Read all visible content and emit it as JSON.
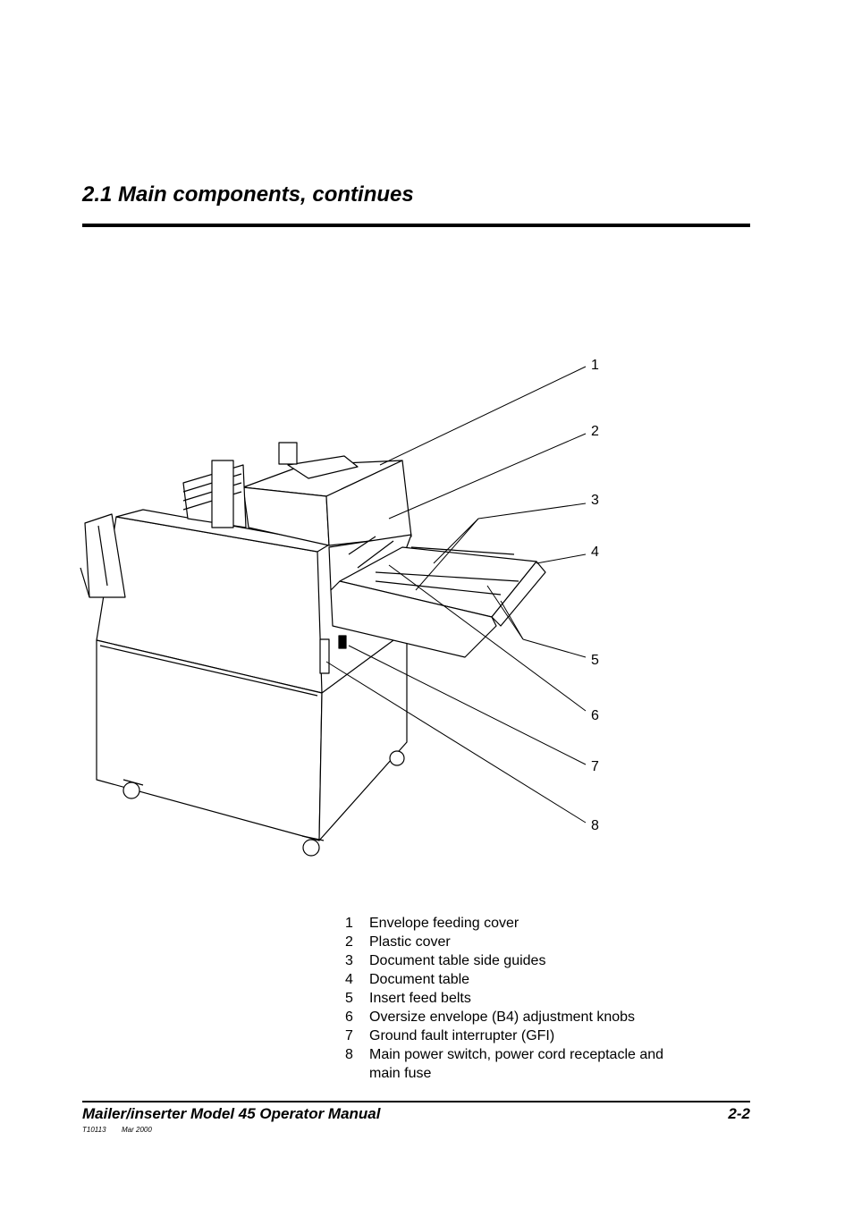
{
  "header": {
    "section_title": "2.1 Main components, continues"
  },
  "figure": {
    "callout_numbers": [
      "1",
      "2",
      "3",
      "4",
      "5",
      "6",
      "7",
      "8"
    ]
  },
  "legend": {
    "items": [
      {
        "num": "1",
        "text": "Envelope feeding cover"
      },
      {
        "num": "2",
        "text": "Plastic cover"
      },
      {
        "num": "3",
        "text": "Document table side guides"
      },
      {
        "num": "4",
        "text": "Document table"
      },
      {
        "num": "5",
        "text": "Insert feed belts"
      },
      {
        "num": "6",
        "text": "Oversize envelope (B4) adjustment knobs"
      },
      {
        "num": "7",
        "text": "Ground fault interrupter (GFI)"
      },
      {
        "num": "8",
        "text": "Main power switch, power cord receptacle and main fuse"
      }
    ]
  },
  "footer": {
    "manual_title": "Mailer/inserter Model 45 Operator Manual",
    "page_number": "2-2",
    "doc_code": "T10113",
    "date": "Mar 2000"
  }
}
